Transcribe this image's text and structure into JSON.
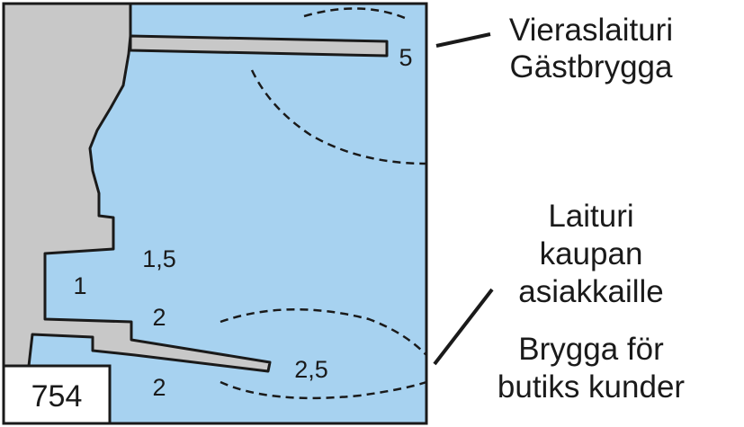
{
  "map": {
    "id_label": "754",
    "colors": {
      "water": "#a7d2f0",
      "land": "#c8c8c8",
      "outline": "#1a1a1a"
    },
    "depths": [
      "5",
      "1,5",
      "1",
      "2",
      "2,5",
      "2"
    ]
  },
  "labels": {
    "guest_pier_fi": "Vieraslaituri",
    "guest_pier_sv": "Gästbrygga",
    "shop_pier_fi_1": "Laituri",
    "shop_pier_fi_2": "kaupan",
    "shop_pier_fi_3": "asiakkaille",
    "shop_pier_sv_1": "Brygga för",
    "shop_pier_sv_2": "butiks kunder"
  }
}
